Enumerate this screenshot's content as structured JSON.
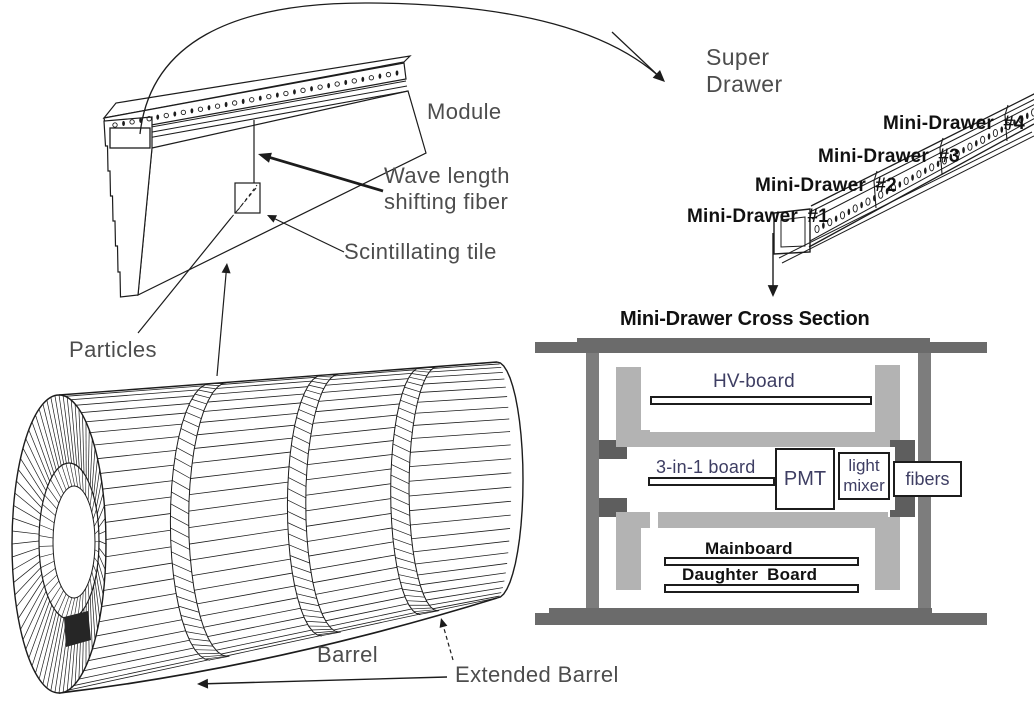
{
  "colors": {
    "rail": "#6b6b6b",
    "post": "#7d7d7d",
    "block": "#5e5e5e",
    "panel": "#b3b3b3",
    "ink": "#1c1c1c",
    "gray-label": "#4d4d4d",
    "navy-label": "#3e3e63",
    "black-label": "#111111"
  },
  "module": {
    "label": "Module",
    "wavelength_label": "Wave length\nshifting fiber",
    "tile_label": "Scintillating tile",
    "particles_label": "Particles"
  },
  "super_drawer": {
    "label": "Super\nDrawer",
    "minidrawers": [
      {
        "label": "Mini-Drawer #1"
      },
      {
        "label": "Mini-Drawer #2"
      },
      {
        "label": "Mini-Drawer #3"
      },
      {
        "label": "Mini-Drawer #4"
      }
    ]
  },
  "cross_section": {
    "title": "Mini-Drawer Cross Section",
    "hv_board": "HV-board",
    "three_in_one_board": "3-in-1 board",
    "pmt": "PMT",
    "light_mixer": "light\nmixer",
    "fibers": "fibers",
    "mainboard": "Mainboard",
    "daughter_board": "Daughter Board"
  },
  "barrel": {
    "label": "Barrel",
    "extended_label": "Extended Barrel"
  }
}
